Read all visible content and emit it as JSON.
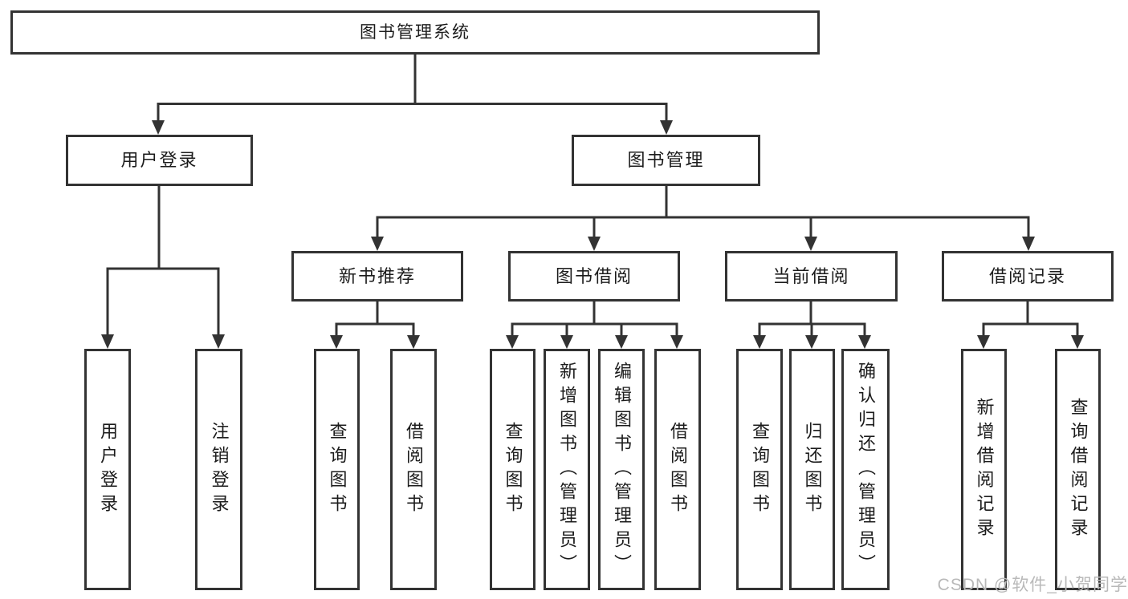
{
  "tree": {
    "root": {
      "label": "图书管理系统"
    },
    "branches": [
      {
        "label": "用户登录",
        "children": [
          {
            "label": "用户登录"
          },
          {
            "label": "注销登录"
          }
        ]
      },
      {
        "label": "图书管理",
        "children": [
          {
            "label": "新书推荐",
            "children": [
              {
                "label": "查询图书"
              },
              {
                "label": "借阅图书"
              }
            ]
          },
          {
            "label": "图书借阅",
            "children": [
              {
                "label": "查询图书"
              },
              {
                "label": "新增图书（管理员）"
              },
              {
                "label": "编辑图书（管理员）"
              },
              {
                "label": "借阅图书"
              }
            ]
          },
          {
            "label": "当前借阅",
            "children": [
              {
                "label": "查询图书"
              },
              {
                "label": "归还图书"
              },
              {
                "label": "确认归还（管理员）"
              }
            ]
          },
          {
            "label": "借阅记录",
            "children": [
              {
                "label": "新增借阅记录"
              },
              {
                "label": "查询借阅记录"
              }
            ]
          }
        ]
      }
    ]
  },
  "watermark": {
    "text": "CSDN @软件_小贺同学",
    "color": "#b9b9b9"
  },
  "colors": {
    "line": "#333333",
    "text": "#1c1c1c",
    "background": "#ffffff"
  }
}
